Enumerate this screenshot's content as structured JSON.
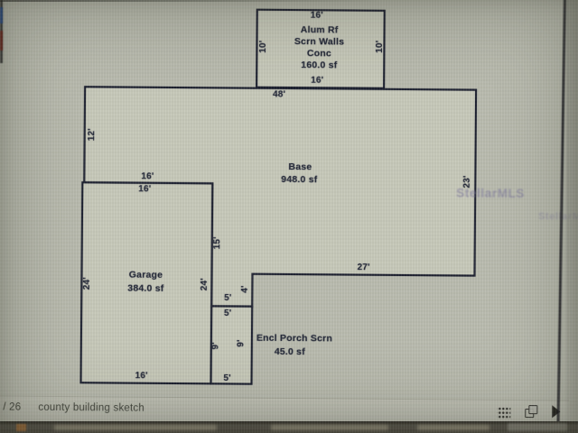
{
  "plan": {
    "alum": {
      "line1": "Alum Rf",
      "line2": "Scrn Walls",
      "line3": "Conc",
      "line4": "160.0 sf",
      "dim_top": "16'",
      "dim_bottom": "16'",
      "dim_left": "10'",
      "dim_right": "10'"
    },
    "base": {
      "name": "Base",
      "area": "948.0 sf",
      "dim_top": "48'",
      "dim_left": "12'",
      "dim_right": "23'",
      "dim_bottom": "27'",
      "dim_inner_top": "16'",
      "dim_inner_right": "15'",
      "dim_step": "4'"
    },
    "garage": {
      "name": "Garage",
      "area": "384.0 sf",
      "dim_top": "16'",
      "dim_left": "24'",
      "dim_right": "24'",
      "dim_bottom": "16'"
    },
    "porch": {
      "name": "Encl Porch Scrn",
      "area": "45.0 sf",
      "dim_top_outer": "5'",
      "dim_top_inner": "5'",
      "dim_left": "9'",
      "dim_right": "9'",
      "dim_bottom": "5'"
    }
  },
  "watermark": {
    "text": "StellarMLS"
  },
  "toolbar": {
    "page_count": "/ 26",
    "title": "county building sketch",
    "icons": [
      "grid-view",
      "copy",
      "next-page"
    ]
  },
  "colors": {
    "wall_line": "#1c2030",
    "label_text": "#232838",
    "screen_bg": "#b9bbae",
    "taskbar_bg": "#57544a",
    "watermark": "#7c779e"
  }
}
